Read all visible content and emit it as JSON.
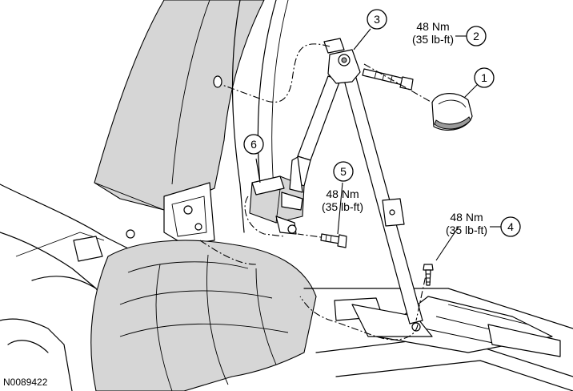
{
  "figure_id": "N0089422",
  "callouts": [
    {
      "number": "1"
    },
    {
      "number": "2",
      "torque_nm": "48 Nm",
      "torque_lbft": "(35 lb-ft)"
    },
    {
      "number": "3"
    },
    {
      "number": "4",
      "torque_nm": "48 Nm",
      "torque_lbft": "(35 lb-ft)"
    },
    {
      "number": "5",
      "torque_nm": "48 Nm",
      "torque_lbft": "(35 lb-ft)"
    },
    {
      "number": "6"
    }
  ]
}
